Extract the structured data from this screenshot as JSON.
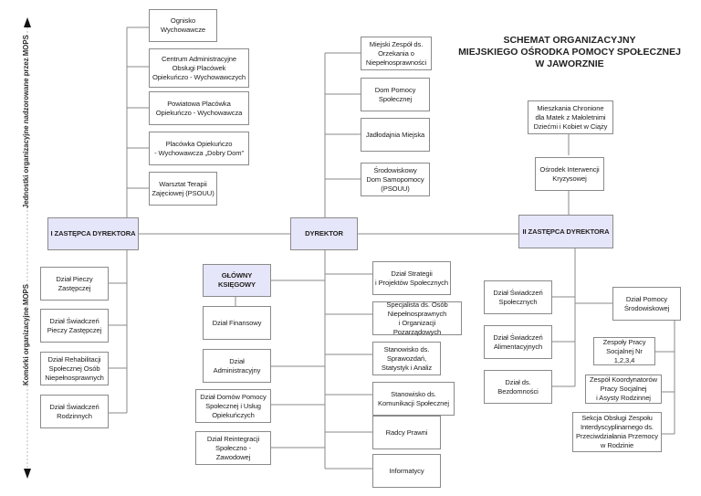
{
  "title": "SCHEMAT ORGANIZACYJNY\nMIEJSKIEGO OŚRODKA POMOCY SPOŁECZNEJ\nW JAWORZNIE",
  "axis_labels": {
    "upper": "Jednostki organizacyjne nadzorowane przez MOPS",
    "lower": "Komórki organizacyjne MOPS"
  },
  "colors": {
    "head_fill": "#e6e6fa",
    "border": "#8a8a8a",
    "line": "#8a8a8a"
  },
  "heads": {
    "director": "DYREKTOR",
    "deputy1": "I ZASTĘPCA DYREKTORA",
    "deputy2": "II ZASTĘPCA DYREKTORA",
    "chief_accountant": "GŁÓWNY\nKSIĘGOWY"
  },
  "deputy1_units": [
    "Ognisko\nWychowawcze",
    "Centrum Administracyjne\nObsługi  Placówek\nOpiekuńczo - Wychowawczych",
    "Powiatowa Placówka\nOpiekuńczo - Wychowawcza",
    "Placówka Opiekuńczo\n- Wychowawcza „Dobry Dom”",
    "Warsztat Terapii\nZajęciowej (PSOUU)"
  ],
  "deputy1_departments": [
    "Dział Pieczy\nZastępczej",
    "Dział Świadczeń\nPieczy Zastępczej",
    "Dział Rehabilitacji\nSpołecznej Osób\nNiepełnosprawnych",
    "Dział Świadczeń\nRodzinnych"
  ],
  "director_units": [
    "Miejski Zespół ds.\nOrzekania o\nNiepełnosprawności",
    "Dom Pomocy\nSpołecznej",
    "Jadłodajnia Miejska",
    "Środowiskowy\nDom Samopomocy\n(PSOUU)"
  ],
  "accountant_departments": [
    "Dział Finansowy"
  ],
  "director_left_departments": [
    "Dział Administracyjny",
    "Dział Domów Pomocy\nSpołecznej i Usług\nOpiekuńczych",
    "Dział Reintegracji\nSpołeczno - Zawodowej"
  ],
  "director_right_departments": [
    "Dział Strategii\ni Projektów Społecznych",
    "Specjalista ds. Osób\nNiepełnosprawnych\ni Organizacji Pozarządowych",
    "Stanowisko ds.\nSprawozdań,\nStatystyk i Analiz",
    "Stanowisko ds.\nKomunikacji Społecznej",
    "Radcy Prawni",
    "Informatycy"
  ],
  "deputy2_units": [
    "Mieszkania Chronione\ndla Matek z Małoletnimi\nDziećmi i Kobiet w Ciąży",
    "Ośrodek Interwencji\nKryzysowej"
  ],
  "deputy2_departments": [
    "Dział Świadczeń\nSpołecznych",
    "Dział Świadczeń\nAlimentacyjnych",
    "Dział ds.\nBezdomności"
  ],
  "environmental_aid": {
    "head": "Dział Pomocy\nŚrodowiskowej",
    "teams": [
      "Zespoły Pracy\nSocjalnej Nr 1,2,3,4",
      "Zespół Koordynatorów\nPracy Socjalnej\ni Asysty Rodzinnej",
      "Sekcja Obsługi Zespołu\nInterdyscyplinarnego ds.\nPrzeciwdziałania Przemocy\nw Rodzinie"
    ]
  }
}
